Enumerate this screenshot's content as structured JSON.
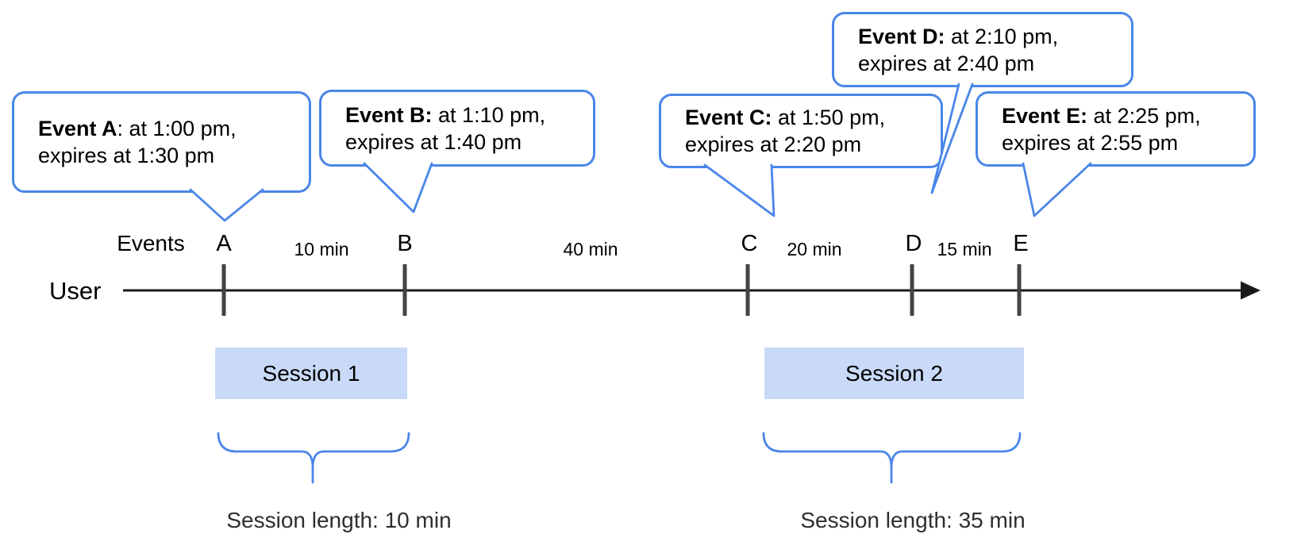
{
  "bubbles": [
    {
      "event": "A",
      "bold": "Event A",
      "rest": ": at 1:00 pm,",
      "line2": "expires at 1:30 pm"
    },
    {
      "event": "B",
      "bold": "Event B:",
      "rest": " at 1:10 pm,",
      "line2": "expires at 1:40 pm"
    },
    {
      "event": "C",
      "bold": "Event C:",
      "rest": " at 1:50 pm,",
      "line2": "expires at 2:20 pm"
    },
    {
      "event": "D",
      "bold": "Event D:",
      "rest": " at 2:10 pm,",
      "line2": "expires at 2:40 pm"
    },
    {
      "event": "E",
      "bold": "Event E:",
      "rest": " at 2:25 pm,",
      "line2": "expires at 2:55 pm"
    }
  ],
  "timeline": {
    "events_label": "Events",
    "user_label": "User",
    "letters": [
      "A",
      "B",
      "C",
      "D",
      "E"
    ],
    "intervals": [
      "10 min",
      "40 min",
      "20 min",
      "15 min"
    ]
  },
  "sessions": [
    {
      "label": "Session 1",
      "length": "Session length: 10 min"
    },
    {
      "label": "Session 2",
      "length": "Session length: 35 min"
    }
  ],
  "colors": {
    "accent_blue": "#4a86e8",
    "session_fill": "#c9daf8",
    "tick_gray": "#434343",
    "line_black": "#1a1a1a"
  }
}
